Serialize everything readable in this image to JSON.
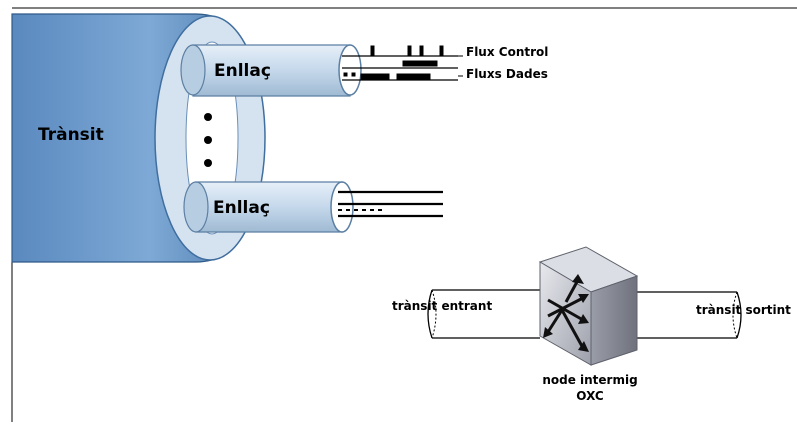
{
  "diagram": {
    "transit_label": "Trànsit",
    "link_top_label": "Enllaç",
    "link_bottom_label": "Enllaç",
    "flux_control_label": "Flux Control",
    "flux_dades_label": "Fluxs Dades",
    "transit_in_label": "trànsit entrant",
    "transit_out_label": "trànsit sortint",
    "node_label_line1": "node intermig",
    "node_label_line2": "OXC"
  },
  "colors": {
    "transit_fill": "#6f9ccf",
    "transit_dark": "#3f6e9f",
    "link_fill": "#c5d8eb",
    "link_dark": "#93b0cc",
    "node_fill": "#b9bcc8",
    "node_dark": "#8a8d99",
    "line": "#000000"
  },
  "icons": {
    "node": "optical-cross-connect-icon"
  }
}
